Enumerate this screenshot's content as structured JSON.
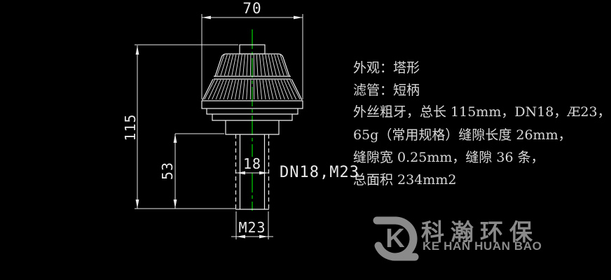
{
  "drawing": {
    "dim_top_width": "70",
    "dim_total_height": "115",
    "dim_stem_height": "53",
    "dim_stem_width": "18",
    "label_thread_side": "DN18,M23",
    "label_thread_bottom": "M23"
  },
  "specs": {
    "lines": [
      "外观：塔形",
      "滤管：短柄",
      "外丝粗牙，总长 115mm，DN18，Æ23，",
      "65g（常用规格）缝隙长度 26mm，",
      "缝隙宽 0.25mm，缝隙 36 条，",
      "总面积 234mm2"
    ]
  },
  "logo": {
    "mark_letter": "K",
    "name_cn": "科瀚环保",
    "name_en": "KE HAN HUAN BAO"
  },
  "colors": {
    "background": "#000000",
    "drawing_line": "#f0f0f0",
    "centerline_green": "#00b400",
    "dim_text": "#e8e8e8",
    "spec_text": "#d9d9d9",
    "logo_gray": "#8a8a8a"
  }
}
